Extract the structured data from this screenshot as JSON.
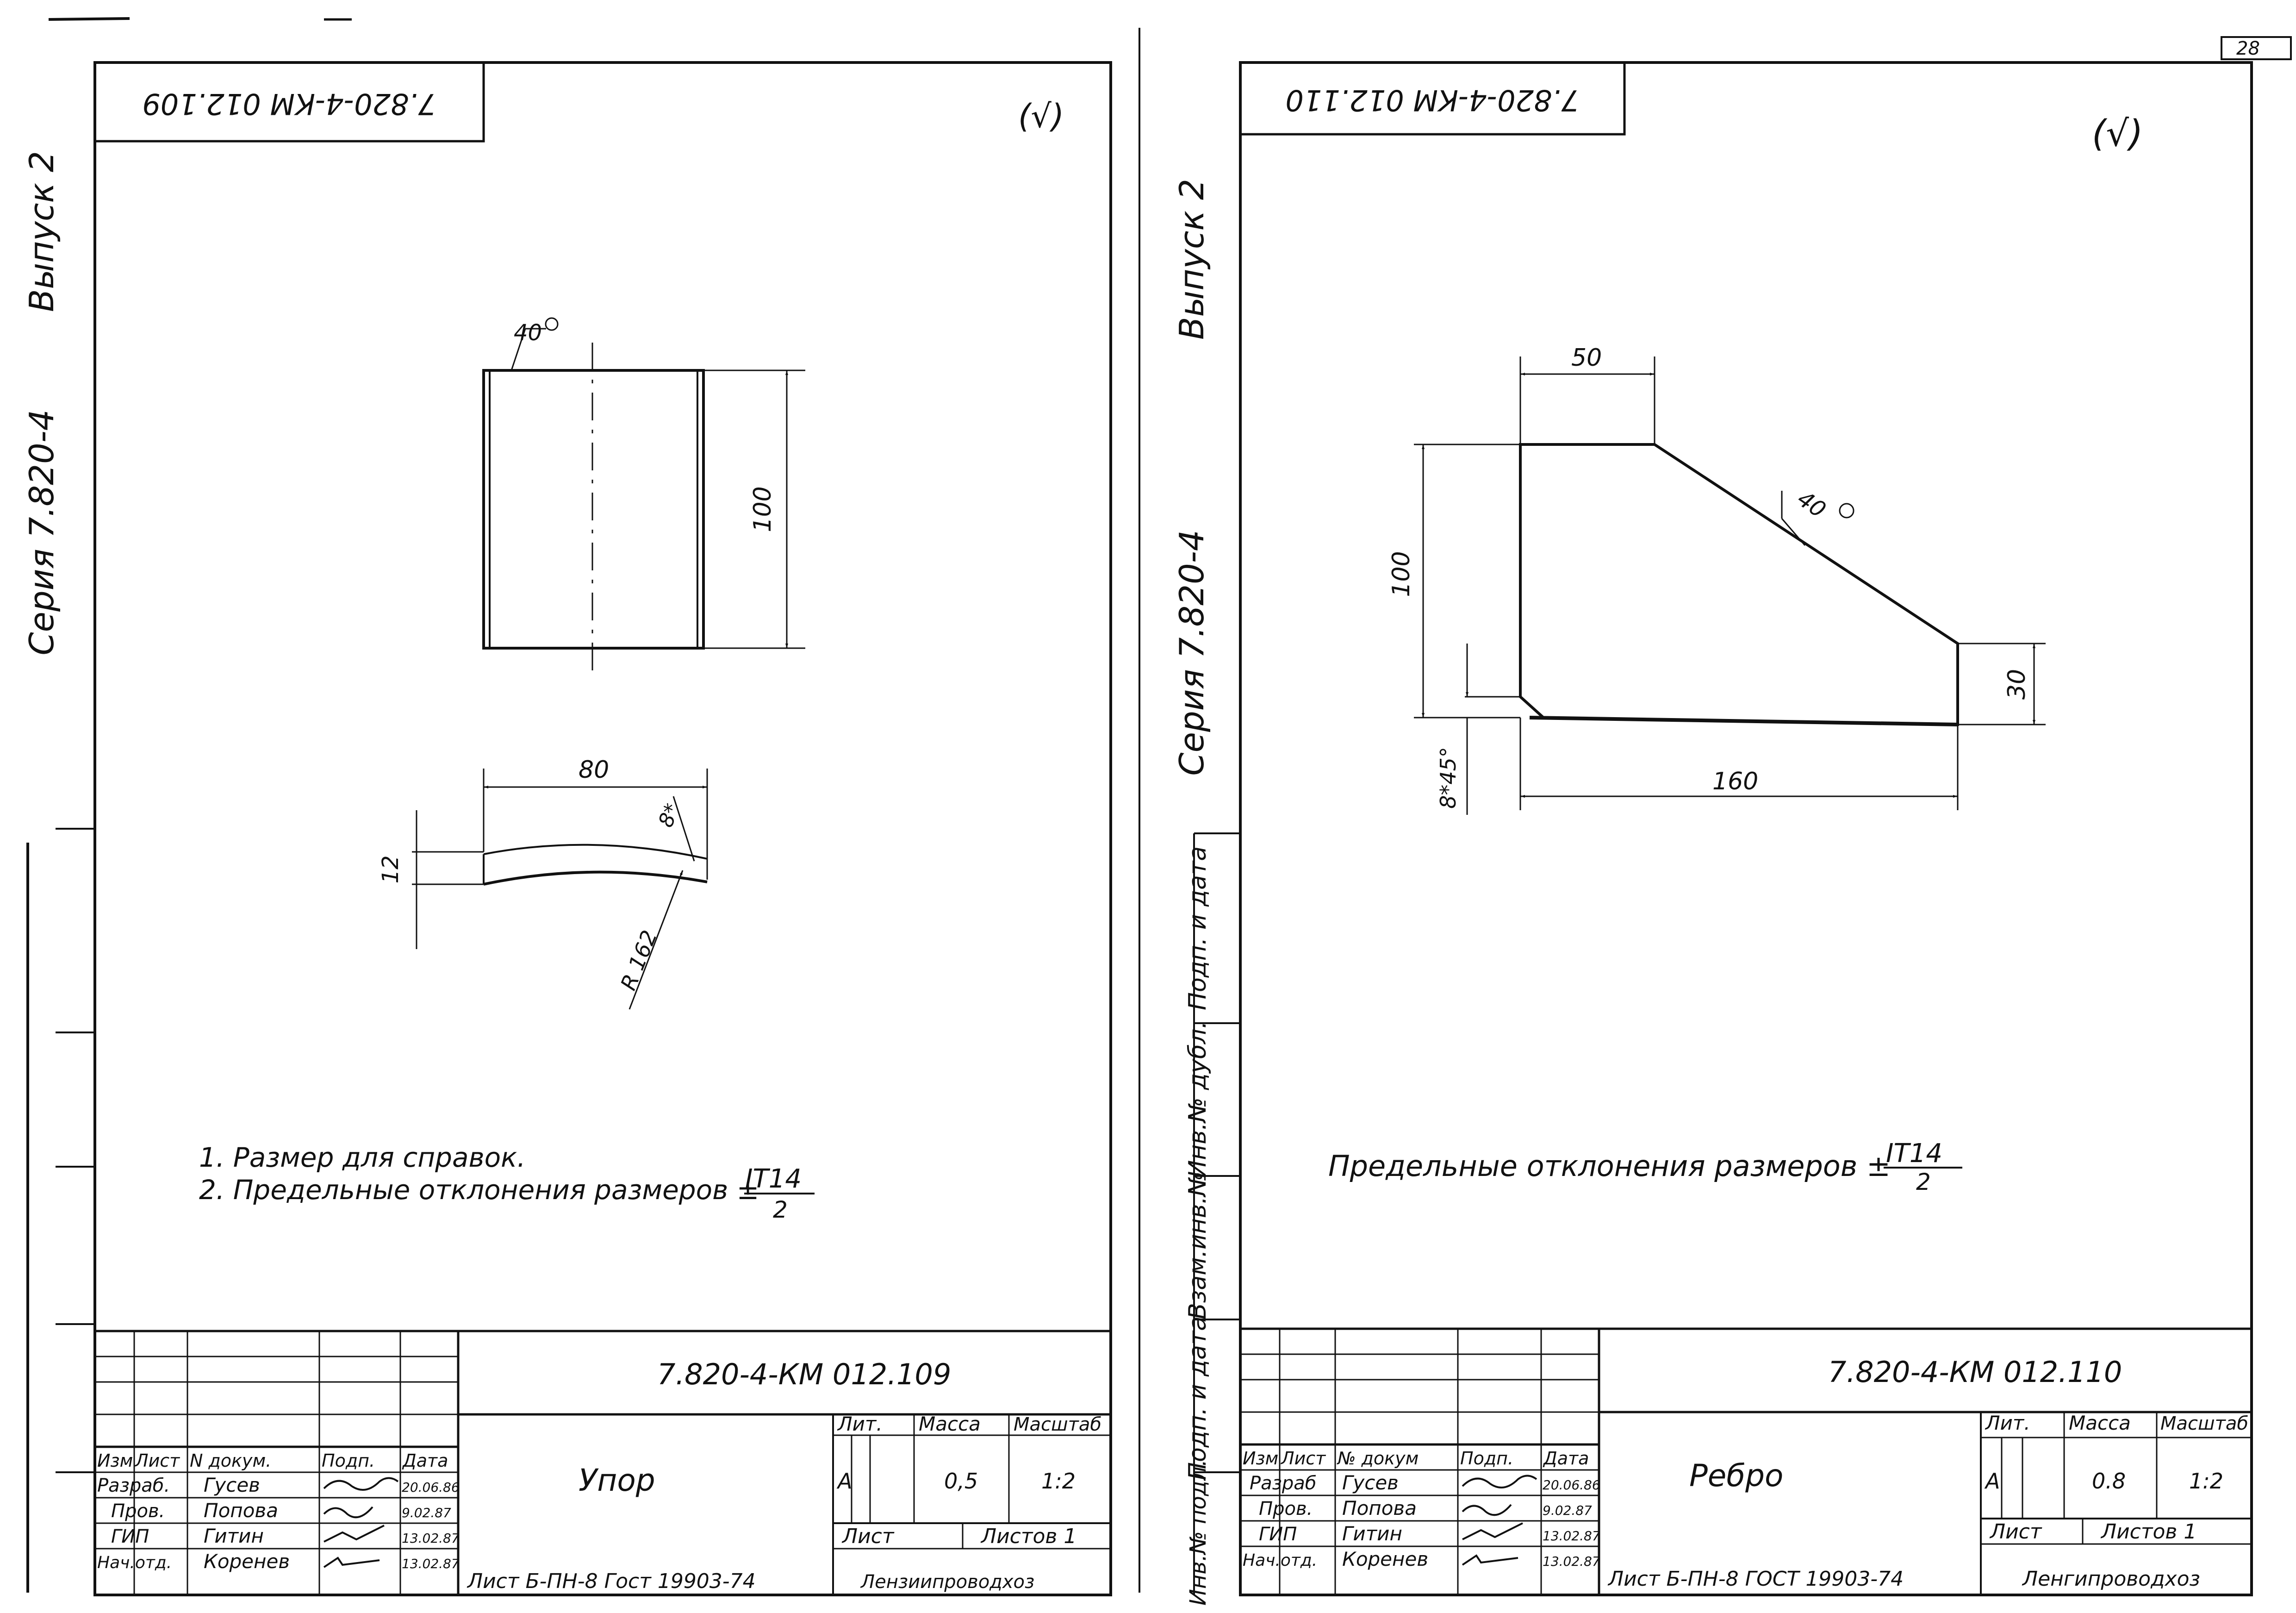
{
  "page": {
    "page_number": "28"
  },
  "left_sheet": {
    "header_code": "7.820-4-КМ 012.109",
    "roughness": "(√)",
    "side_series": "Серия 7.820-4",
    "side_issue": "Выпуск 2",
    "dims": {
      "weld": "40",
      "height": "100",
      "width": "80",
      "thickness": "12",
      "radius": "R 162",
      "wall": "8*"
    },
    "notes": [
      "1. Размер для справок.",
      "2. Предельные отклонения размеров ±"
    ],
    "tolerance": {
      "numerator": "IT14",
      "denominator": "2"
    },
    "title_block": {
      "code": "7.820-4-КМ 012.109",
      "name": "Упор",
      "headers": [
        "Изм",
        "Лист",
        "N докум.",
        "Подп.",
        "Дата"
      ],
      "people": [
        {
          "role": "Разраб.",
          "name": "Гусев",
          "date": "20.06.86"
        },
        {
          "role": "Пров.",
          "name": "Попова",
          "date": "9.02.87"
        },
        {
          "role": "ГИП",
          "name": "Гитин",
          "date": "13.02.87"
        },
        {
          "role": "Нач.отд.",
          "name": "Коренев",
          "date": "13.02.87"
        }
      ],
      "lit_label": "Лит.",
      "mass_label": "Масса",
      "scale_label": "Масштаб",
      "lit": "А",
      "mass": "0,5",
      "scale": "1:2",
      "sheet_label": "Лист",
      "sheets_label": "Листов 1",
      "material": "Лист Б-ПН-8 Гост 19903-74",
      "org": "Лензиипроводхоз"
    }
  },
  "right_sheet": {
    "header_code": "7.820-4-КМ 012.110",
    "roughness": "(√)",
    "side_series": "Серия 7.820-4",
    "side_issue": "Выпуск 2",
    "dims": {
      "top": "50",
      "height": "100",
      "weld": "40",
      "right": "30",
      "bottom": "160",
      "chamfer": "8*45°"
    },
    "note": "Предельные отклонения размеров ±",
    "tolerance": {
      "numerator": "IT14",
      "denominator": "2"
    },
    "title_block": {
      "code": "7.820-4-КМ 012.110",
      "name": "Ребро",
      "headers": [
        "Изм",
        "Лист",
        "№ докум",
        "Подп.",
        "Дата"
      ],
      "people": [
        {
          "role": "Разраб",
          "name": "Гусев",
          "date": "20.06.86"
        },
        {
          "role": "Пров.",
          "name": "Попова",
          "date": "9.02.87"
        },
        {
          "role": "ГИП",
          "name": "Гитин",
          "date": "13.02.87"
        },
        {
          "role": "Нач.отд.",
          "name": "Коренев",
          "date": "13.02.87"
        }
      ],
      "lit_label": "Лит.",
      "mass_label": "Масса",
      "scale_label": "Масштаб",
      "lit": "А",
      "mass": "0.8",
      "scale": "1:2",
      "sheet_label": "Лист",
      "sheets_label": "Листов 1",
      "material": "Лист Б-ПН-8 ГОСТ 19903-74",
      "org": "Ленгипроводхоз"
    }
  },
  "side_stamp": {
    "fields": [
      "Подп. и дата",
      "Инв.№ дубл.",
      "Взам.инв.№",
      "Подп. и дата",
      "Инв.№ подл."
    ]
  }
}
